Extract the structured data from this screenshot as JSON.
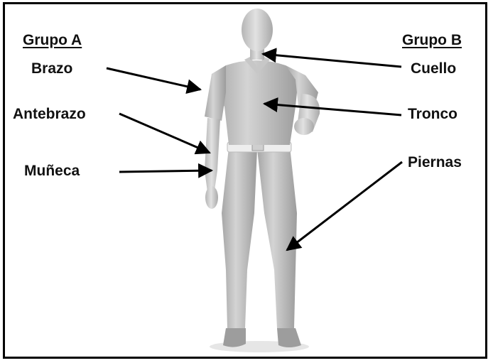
{
  "group_a": {
    "header": "Grupo A",
    "labels": [
      "Brazo",
      "Antebrazo",
      "Muñeca"
    ]
  },
  "group_b": {
    "header": "Grupo B",
    "labels": [
      "Cuello",
      "Tronco",
      "Piernas"
    ]
  },
  "colors": {
    "figure_fill": "#c9c9c9",
    "figure_shadow": "#a8a8a8",
    "text": "#111111",
    "arrow": "#000000"
  },
  "icons": [
    "human-figure-3d",
    "arrow"
  ]
}
